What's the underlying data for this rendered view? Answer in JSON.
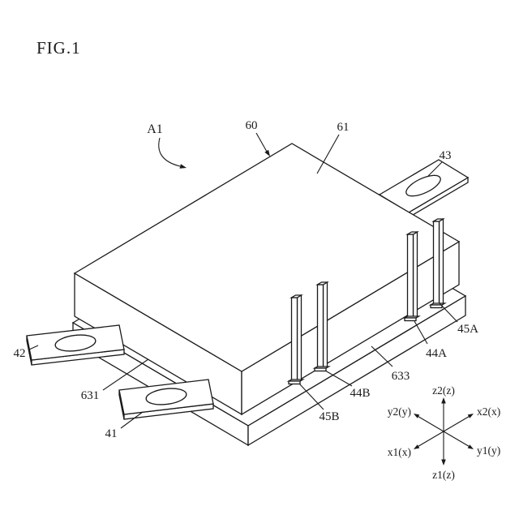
{
  "figure": {
    "title": "FIG.1"
  },
  "callouts": {
    "a1": "A1",
    "n60": "60",
    "n61": "61",
    "n43": "43",
    "n42": "42",
    "n631": "631",
    "n41": "41",
    "n45b": "45B",
    "n44b": "44B",
    "n633": "633",
    "n44a": "44A",
    "n45a": "45A"
  },
  "axes": {
    "z_up": "z2(z)",
    "z_down": "z1(z)",
    "x_upper_right": "x2(x)",
    "y_lower_right": "y1(y)",
    "y_upper_left": "y2(y)",
    "x_lower_left": "x1(x)"
  },
  "colors": {
    "line": "#1a1a1a",
    "background": "#ffffff"
  }
}
